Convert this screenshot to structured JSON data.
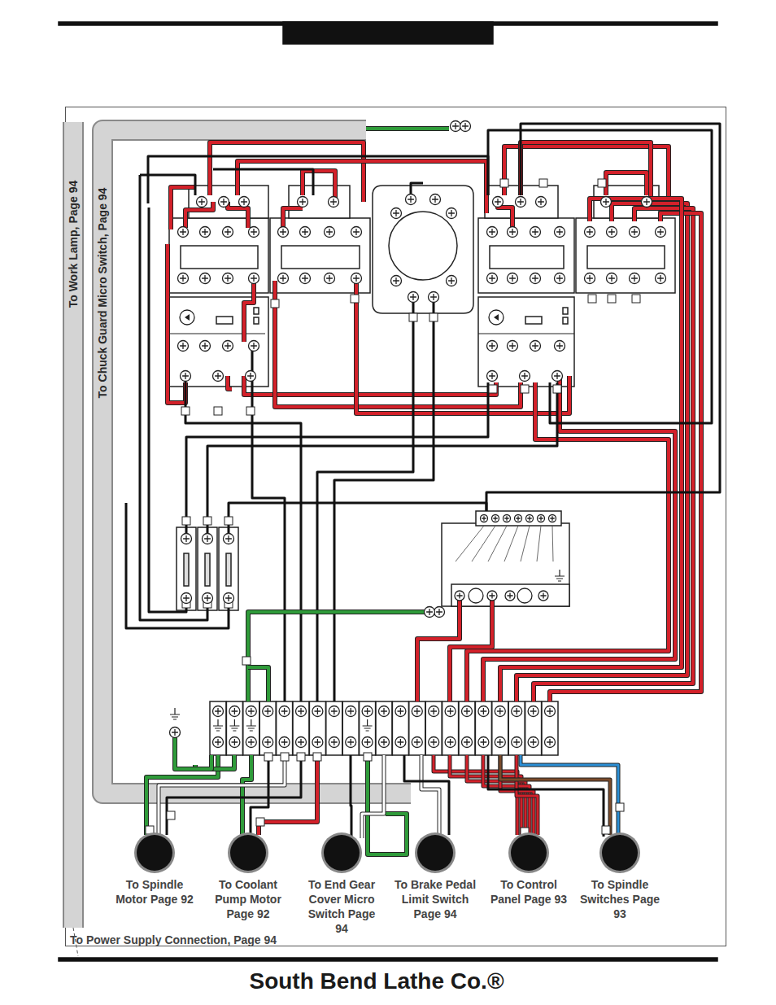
{
  "diagram": {
    "nodes": [
      {
        "text": [
          "To Spindle Motor Page 92"
        ]
      },
      {
        "text": [
          "To Coolant Pump Motor Page 92"
        ]
      },
      {
        "text": [
          "To End Gear Cover Micro Switch Page 94"
        ]
      },
      {
        "text": [
          "To Brake Pedal Limit Switch Page 94"
        ]
      },
      {
        "text": [
          "To Control Panel Page 93"
        ]
      },
      {
        "text": [
          "To Spindle Switches Page 93"
        ]
      }
    ],
    "labels": [
      "To Work Lamp, Page 94",
      "To Chuck Guard Micro Switch, Page 94",
      "To Power Supply Connection, Page 94",
      "South Bend Lathe Co.®"
    ]
  }
}
